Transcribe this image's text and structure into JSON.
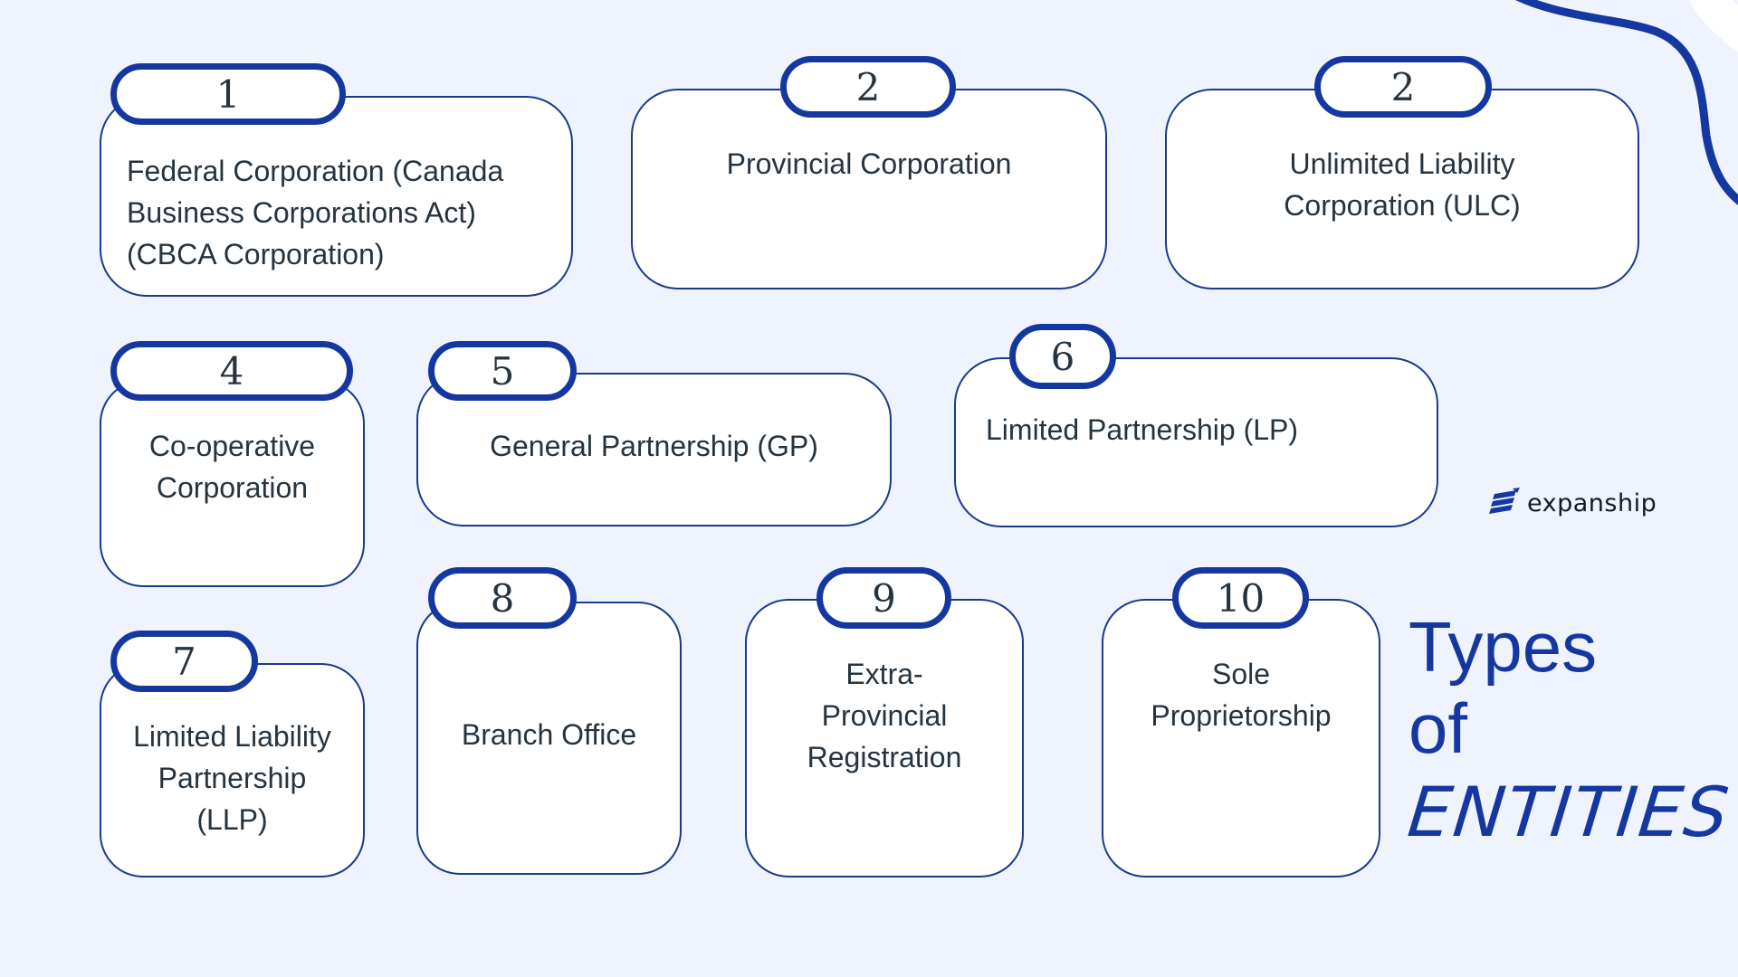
{
  "title": {
    "line1": "Types",
    "line2": "of",
    "line3": "ENTITIES"
  },
  "brand": {
    "name": "expanship",
    "icon": "stacked-arrows-logo-icon"
  },
  "colors": {
    "background": "#eef3fd",
    "accent": "#1538a0",
    "card_border": "#1b3a8c",
    "text": "#25343f"
  },
  "entities": [
    {
      "number": "1",
      "label": "Federal Corporation (Canada\nBusiness Corporations Act)\n(CBCA Corporation)"
    },
    {
      "number": "2",
      "label": "Provincial Corporation"
    },
    {
      "number": "2",
      "label": "Unlimited Liability\nCorporation (ULC)"
    },
    {
      "number": "4",
      "label": "Co-operative\nCorporation"
    },
    {
      "number": "5",
      "label": "General Partnership (GP)"
    },
    {
      "number": "6",
      "label": "Limited Partnership (LP)"
    },
    {
      "number": "7",
      "label": "Limited Liability\nPartnership\n(LLP)"
    },
    {
      "number": "8",
      "label": "Branch Office"
    },
    {
      "number": "9",
      "label": "Extra-\nProvincial\nRegistration"
    },
    {
      "number": "10",
      "label": "Sole\nProprietorship"
    }
  ]
}
